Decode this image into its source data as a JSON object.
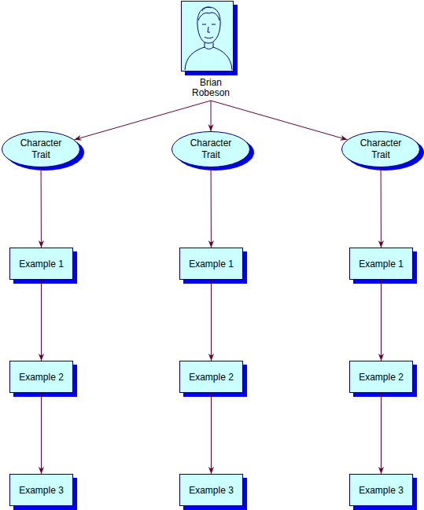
{
  "diagram": {
    "nodes": [
      {
        "text": [
          "Brian Robeson"
        ]
      },
      {
        "text": [
          "Character Trait"
        ]
      },
      {
        "text": [
          "Character Trait"
        ]
      },
      {
        "text": [
          "Character Trait"
        ]
      },
      {
        "text": [
          "Example 1"
        ]
      },
      {
        "text": [
          "Example 1"
        ]
      },
      {
        "text": [
          "Example 1"
        ]
      },
      {
        "text": [
          "Example 2"
        ]
      },
      {
        "text": [
          "Example 2"
        ]
      },
      {
        "text": [
          "Example 2"
        ]
      },
      {
        "text": [
          "Example 3"
        ]
      },
      {
        "text": [
          "Example 3"
        ]
      },
      {
        "text": [
          "Example 3"
        ]
      }
    ],
    "edges": [
      {
        "from": 0,
        "to": 1,
        "arrow": "to"
      },
      {
        "from": 0,
        "to": 2,
        "arrow": "to"
      },
      {
        "from": 0,
        "to": 3,
        "arrow": "to"
      },
      {
        "from": 1,
        "to": 4,
        "arrow": "to"
      },
      {
        "from": 4,
        "to": 7,
        "arrow": "to"
      },
      {
        "from": 7,
        "to": 10,
        "arrow": "to"
      },
      {
        "from": 2,
        "to": 5,
        "arrow": "to"
      },
      {
        "from": 5,
        "to": 8,
        "arrow": "to"
      },
      {
        "from": 8,
        "to": 11,
        "arrow": "to"
      },
      {
        "from": 3,
        "to": 6,
        "arrow": "to"
      },
      {
        "from": 6,
        "to": 9,
        "arrow": "to"
      },
      {
        "from": 9,
        "to": 12,
        "arrow": "to"
      }
    ]
  }
}
